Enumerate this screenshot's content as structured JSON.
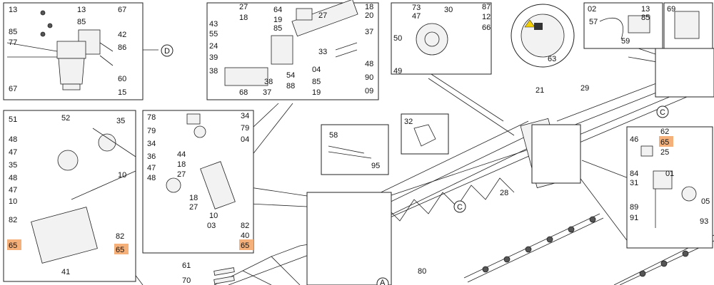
{
  "diagram": {
    "labels": {
      "p13a": "13",
      "p13b": "13",
      "p67a": "67",
      "p85a": "85",
      "p42": "42",
      "p85b": "85",
      "p77": "77",
      "p86": "86",
      "p60": "60",
      "p67b": "67",
      "p15": "15",
      "pD1": "D",
      "p27a": "27",
      "p18a": "18",
      "p64": "64",
      "p19a": "19",
      "p85c": "85",
      "p27b": "27",
      "p18b": "18",
      "p20": "20",
      "p43": "43",
      "p55": "55",
      "p24": "24",
      "p39": "39",
      "p38a": "38",
      "p38b": "38",
      "p54": "54",
      "p88": "88",
      "p68": "68",
      "p37a": "37",
      "p33": "33",
      "p04a": "04",
      "p85d": "85",
      "p19b": "19",
      "p37b": "37",
      "p48a": "48",
      "p90": "90",
      "p09": "09",
      "p73": "73",
      "p47a": "47",
      "p30": "30",
      "p87": "87",
      "p12": "12",
      "p66": "66",
      "p50": "50",
      "p63": "63",
      "p49": "49",
      "p02": "02",
      "p13c": "13",
      "p85e": "85",
      "p57": "57",
      "p59": "59",
      "p69": "69",
      "p29": "29",
      "pC1": "C",
      "p21": "21",
      "p32": "32",
      "p58": "58",
      "p95": "95",
      "p28": "28",
      "pC2": "C",
      "p51": "51",
      "p52": "52",
      "p35a": "35",
      "p48b": "48",
      "p47b": "47",
      "p35b": "35",
      "p48c": "48",
      "p47c": "47",
      "p10a": "10",
      "p10b": "10",
      "p82a": "82",
      "p65a": "65",
      "p82b": "82",
      "p65b": "65",
      "p41": "41",
      "p78": "78",
      "p34a": "34",
      "p79a": "79",
      "p79b": "79",
      "p34b": "34",
      "p04b": "04",
      "p36": "36",
      "p44": "44",
      "p47d": "47",
      "p18c": "18",
      "p48d": "48",
      "p27c": "27",
      "p18d": "18",
      "p27d": "27",
      "p10c": "10",
      "p03": "03",
      "p82c": "82",
      "p40": "40",
      "p65c": "65",
      "p46": "46",
      "p62": "62",
      "p65d": "65",
      "p25": "25",
      "p84": "84",
      "p01": "01",
      "p31": "31",
      "p89": "89",
      "p05": "05",
      "p91": "91",
      "p93": "93",
      "p61": "61",
      "p70": "70",
      "p80": "80",
      "pA": "A"
    },
    "highlight_color": "#f5b07a"
  }
}
